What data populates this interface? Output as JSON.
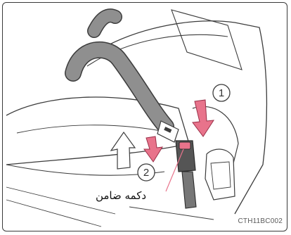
{
  "diagram": {
    "callout_label": "دکمه ضامن",
    "step_labels": [
      "1",
      "2"
    ],
    "figure_code": "CTH11BC002",
    "colors": {
      "arrow": "#e8738b",
      "belt": "#8f8f8f",
      "outline": "#3c3c3c"
    }
  }
}
